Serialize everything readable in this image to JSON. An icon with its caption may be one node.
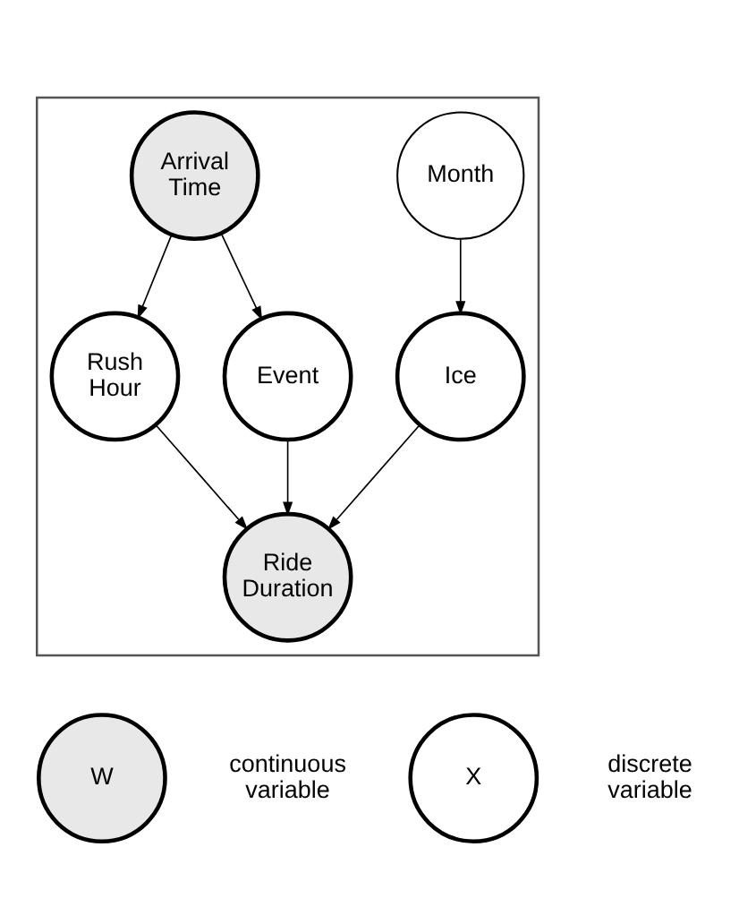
{
  "diagram": {
    "nodes": [
      {
        "text": [],
        "shape": "box"
      },
      {
        "text": [
          "Arrival Time"
        ],
        "in": 0
      },
      {
        "text": [
          "Month"
        ],
        "in": 0
      },
      {
        "text": [
          "Rush Hour"
        ],
        "in": 0
      },
      {
        "text": [
          "Event"
        ],
        "in": 0
      },
      {
        "text": [
          "Ice"
        ],
        "in": 0
      },
      {
        "text": [
          "Ride Duration"
        ],
        "in": 0
      },
      {
        "text": [
          "W"
        ],
        "beside": [
          "continuous variable"
        ]
      },
      {
        "text": [
          "X"
        ],
        "beside": [
          "discrete variable"
        ]
      }
    ],
    "edges": [
      {
        "from": 1,
        "to": 3,
        "arrow": "to"
      },
      {
        "from": 1,
        "to": 4,
        "arrow": "to"
      },
      {
        "from": 2,
        "to": 5,
        "arrow": "to"
      },
      {
        "from": 3,
        "to": 6,
        "arrow": "to"
      },
      {
        "from": 4,
        "to": 6,
        "arrow": "to"
      },
      {
        "from": 5,
        "to": 6,
        "arrow": "to"
      }
    ]
  }
}
